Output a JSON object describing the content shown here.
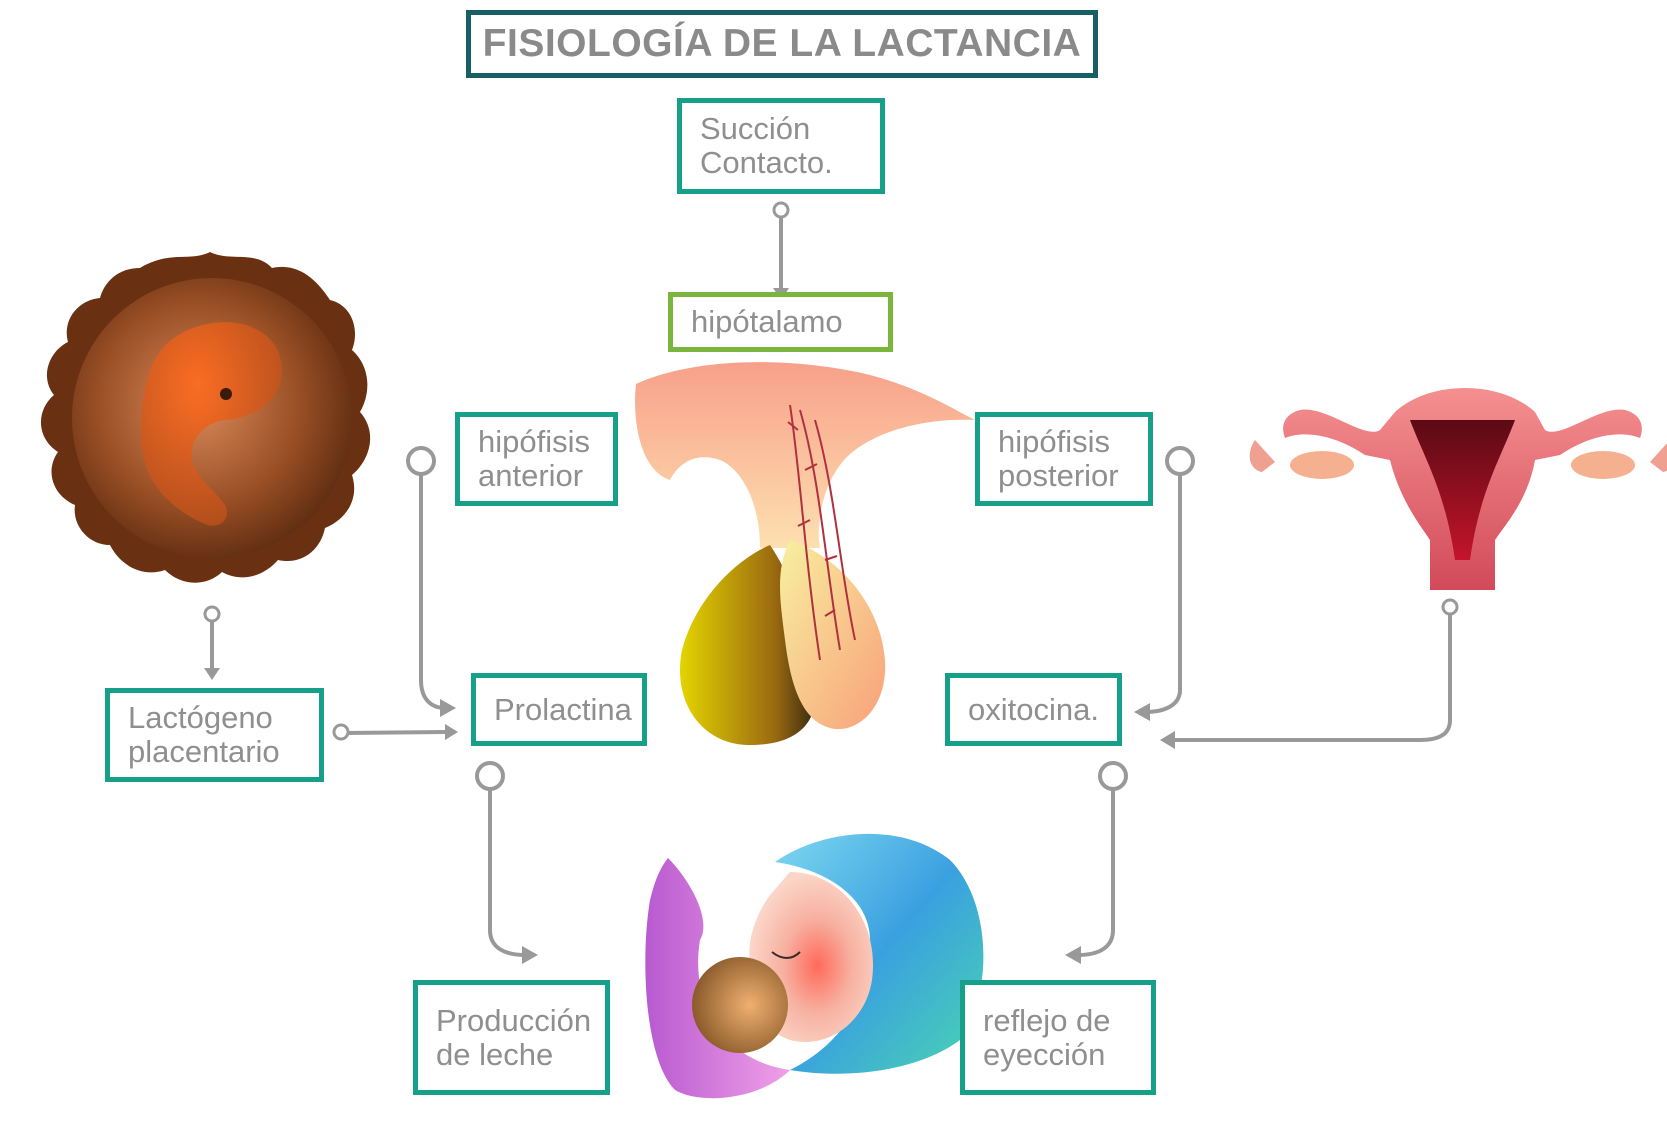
{
  "title": "FISIOLOGÍA DE LA LACTANCIA",
  "nodes": {
    "succion": [
      "Succión",
      "Contacto."
    ],
    "hipotalamo": [
      "hipótalamo"
    ],
    "hipofisis_anterior": [
      "hipófisis",
      "anterior"
    ],
    "hipofisis_posterior": [
      "hipófisis",
      "posterior"
    ],
    "lactogeno": [
      "Lactógeno",
      "placentario"
    ],
    "prolactina": [
      "Prolactina"
    ],
    "oxitocina": [
      "oxitocina."
    ],
    "produccion": [
      "Producción",
      "de leche"
    ],
    "reflejo": [
      "reflejo de",
      "eyección"
    ]
  },
  "illustrations": [
    "embryo-illustration",
    "pituitary-gland-illustration",
    "uterus-illustration",
    "breastfeeding-baby-illustration"
  ],
  "colors": {
    "box_border": "#16a08a",
    "hypothalamus_border": "#7ab63c",
    "title_border": "#175f64",
    "connector": "#999999",
    "text": "#8f8f8f"
  }
}
